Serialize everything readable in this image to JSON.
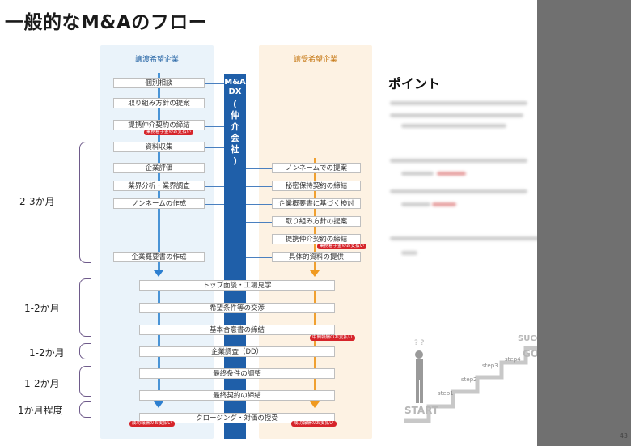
{
  "title": "一般的なM&Aのフロー",
  "left_column": {
    "header": "譲渡希望企業"
  },
  "right_column": {
    "header": "譲受希望企業"
  },
  "center": {
    "label_top": "M&A\nDX",
    "label_vertical": [
      "(",
      "仲",
      "介",
      "会",
      "社",
      ")"
    ]
  },
  "left_steps": [
    "個別相談",
    "取り組み方針の提案",
    "提携仲介契約の締結",
    "資料収集",
    "企業評価",
    "業界分析・業界調査",
    "ノンネームの作成",
    "企業概要書の作成"
  ],
  "right_steps": [
    "ノンネームでの提案",
    "秘密保持契約の締結",
    "企業概要書に基づく検討",
    "取り組み方針の提案",
    "提携仲介契約の締結",
    "具体的資料の提供"
  ],
  "joint_steps": [
    "トップ面談・工場見学",
    "希望条件等の交渉",
    "基本合意書の締結",
    "企業調査（DD）",
    "最終条件の調整",
    "最終契約の締結",
    "クロージング・対価の授受"
  ],
  "badges": {
    "left_contract": "業務着手金のお支払い",
    "right_contract": "業務着手金のお支払い",
    "interim": "中間報酬のお支払い",
    "success_left": "成功報酬のお支払い",
    "success_right": "成功報酬のお支払い"
  },
  "durations": [
    "2-3か月",
    "1-2か月",
    "1-2か月",
    "1-2か月",
    "1か月程度"
  ],
  "points": {
    "title": "ポイント"
  },
  "illustration": {
    "success": "SUCCESS",
    "goal": "GOAL",
    "start": "START",
    "steps": [
      "step1",
      "step2",
      "step3",
      "step4"
    ]
  },
  "page_number": "43",
  "colors": {
    "blue": "#1f5fa9",
    "orange": "#f09a20",
    "red": "#d6242a"
  }
}
